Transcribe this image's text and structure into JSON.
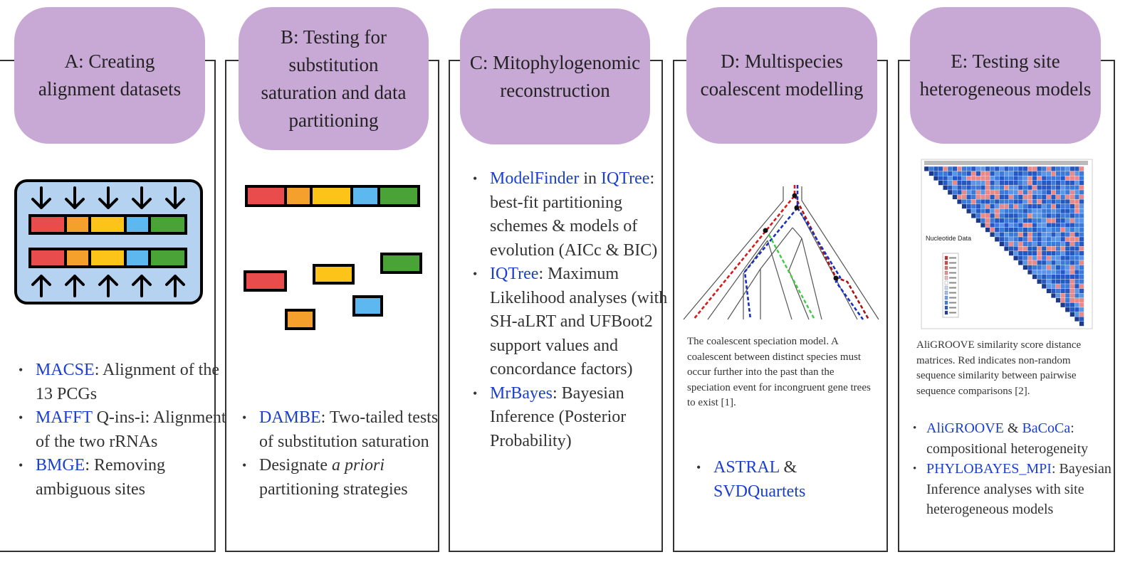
{
  "panels": [
    {
      "header": "A: Creating\nalignment datasets",
      "bullets": [
        {
          "tool": "MACSE",
          "text": ": Alignment of the 13 PCGs"
        },
        {
          "tool": "MAFFT",
          "text": " Q-ins-i: Alignment of the two rRNAs"
        },
        {
          "tool": "BMGE",
          "text": ": Removing ambiguous sites"
        }
      ]
    },
    {
      "header": "B: Testing for\nsubstitution\nsaturation and data\npartitioning",
      "bullets": [
        {
          "tool": "DAMBE",
          "text": ": Two-tailed tests of substitution saturation"
        },
        {
          "tool": "",
          "text_before": "Designate ",
          "italic": "a priori",
          "text": " partitioning strategies"
        }
      ]
    },
    {
      "header": "C: Mitophylogenomic\nreconstruction",
      "bullets": [
        {
          "tool": "ModelFinder",
          "mid": " in ",
          "tool2": "IQTree",
          "text": ": best-fit partitioning schemes & models of evolution (AICc & BIC)"
        },
        {
          "tool": "IQTree",
          "text": ": Maximum Likelihood analyses (with SH-aLRT and UFBoot2 support values and concordance factors)"
        },
        {
          "tool": "MrBayes",
          "text": ": Bayesian Inference (Posterior Probability)"
        }
      ]
    },
    {
      "header": "D: Multispecies\ncoalescent modelling",
      "caption": "The coalescent speciation model. A coalescent between distinct species must occur further into the past than the speciation event for incongruent gene trees to exist [1].",
      "bullets": [
        {
          "tool": "ASTRAL",
          "mid": " & ",
          "tool2": "SVDQuartets",
          "text": ""
        }
      ]
    },
    {
      "header": "E: Testing site\nheterogeneous models",
      "caption": "AliGROOVE similarity score distance matrices. Red indicates non-random sequence similarity between pairwise sequence comparisons [2].",
      "matrix_label": "Nucleotide Data",
      "bullets": [
        {
          "tool": "AliGROOVE",
          "mid": " & ",
          "tool2": "BaCoCa",
          "text": ": compositional heterogeneity"
        },
        {
          "tool": "PHYLOBAYES_MPI",
          "text": ": Bayesian Inference analyses with site heterogeneous models"
        }
      ]
    }
  ],
  "colors": {
    "header_fill": "#c8a8d4",
    "tool_link": "#1a3fd0",
    "block_red": "#e84c4c",
    "block_orange": "#f5a02c",
    "block_yellow": "#fcc419",
    "block_blue": "#5cb8ee",
    "block_green": "#4aa337",
    "alignment_bg": "#b5d3f0"
  }
}
